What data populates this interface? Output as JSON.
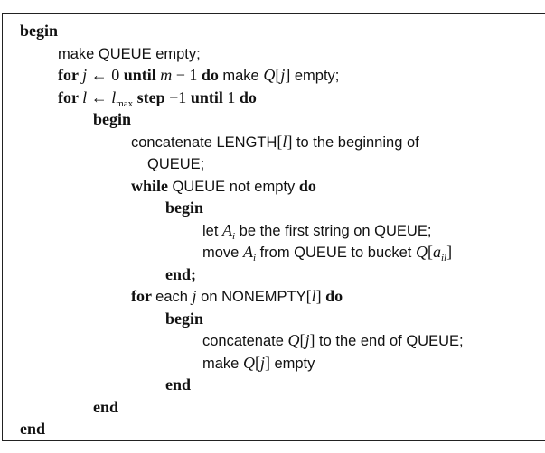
{
  "algorithm": {
    "lines": [
      {
        "indent": 22,
        "tokens": [
          {
            "t": "begin",
            "c": "kw"
          }
        ]
      },
      {
        "indent": 64,
        "tokens": [
          {
            "t": "make QUEUE empty;",
            "c": "sf"
          }
        ]
      },
      {
        "indent": 64,
        "tokens": [
          {
            "t": "for ",
            "c": "kw"
          },
          {
            "t": "j",
            "c": "it"
          },
          {
            "t": " ← 0 ",
            "c": ""
          },
          {
            "t": "until ",
            "c": "kw"
          },
          {
            "t": "m",
            "c": "it"
          },
          {
            "t": " − 1 ",
            "c": ""
          },
          {
            "t": "do ",
            "c": "kw"
          },
          {
            "t": "make ",
            "c": "sf"
          },
          {
            "t": "Q",
            "c": "it"
          },
          {
            "t": "[",
            "c": ""
          },
          {
            "t": "j",
            "c": "it"
          },
          {
            "t": "] ",
            "c": ""
          },
          {
            "t": "empty;",
            "c": "sf"
          }
        ]
      },
      {
        "indent": 64,
        "tokens": [
          {
            "t": "for ",
            "c": "kw"
          },
          {
            "t": "l",
            "c": "it"
          },
          {
            "t": " ← ",
            "c": ""
          },
          {
            "t": "l",
            "c": "it"
          },
          {
            "t": "max",
            "c": "sub rm"
          },
          {
            "t": " step ",
            "c": "kw"
          },
          {
            "t": "−1 ",
            "c": ""
          },
          {
            "t": "until ",
            "c": "kw"
          },
          {
            "t": "1 ",
            "c": ""
          },
          {
            "t": "do",
            "c": "kw"
          }
        ]
      },
      {
        "indent": 103,
        "tokens": [
          {
            "t": "begin",
            "c": "kw"
          }
        ]
      },
      {
        "indent": 145,
        "tokens": [
          {
            "t": "concatenate LENGTH",
            "c": "sf"
          },
          {
            "t": "[",
            "c": ""
          },
          {
            "t": "l",
            "c": "it"
          },
          {
            "t": "] ",
            "c": ""
          },
          {
            "t": "to the beginning of",
            "c": "sf"
          }
        ]
      },
      {
        "indent": 163,
        "tokens": [
          {
            "t": "QUEUE;",
            "c": "sf"
          }
        ]
      },
      {
        "indent": 145,
        "tokens": [
          {
            "t": "while ",
            "c": "kw"
          },
          {
            "t": "QUEUE not empty ",
            "c": "sf"
          },
          {
            "t": "do",
            "c": "kw"
          }
        ]
      },
      {
        "indent": 183,
        "tokens": [
          {
            "t": "begin",
            "c": "kw"
          }
        ]
      },
      {
        "indent": 224,
        "tokens": [
          {
            "t": "let ",
            "c": "sf"
          },
          {
            "t": "A",
            "c": "it"
          },
          {
            "t": "i",
            "c": "sub"
          },
          {
            "t": " be the first string on QUEUE;",
            "c": "sf"
          }
        ]
      },
      {
        "indent": 224,
        "tokens": [
          {
            "t": "move ",
            "c": "sf"
          },
          {
            "t": "A",
            "c": "it"
          },
          {
            "t": "i",
            "c": "sub"
          },
          {
            "t": " from QUEUE to bucket ",
            "c": "sf"
          },
          {
            "t": "Q",
            "c": "it"
          },
          {
            "t": "[",
            "c": ""
          },
          {
            "t": "a",
            "c": "it"
          },
          {
            "t": "il",
            "c": "sub"
          },
          {
            "t": "]",
            "c": ""
          }
        ]
      },
      {
        "indent": 183,
        "tokens": [
          {
            "t": "end;",
            "c": "kw"
          }
        ]
      },
      {
        "indent": 145,
        "tokens": [
          {
            "t": "for ",
            "c": "kw"
          },
          {
            "t": "each ",
            "c": "sf"
          },
          {
            "t": "j",
            "c": "it"
          },
          {
            "t": " on NONEMPTY",
            "c": "sf"
          },
          {
            "t": "[",
            "c": ""
          },
          {
            "t": "l",
            "c": "it"
          },
          {
            "t": "] ",
            "c": ""
          },
          {
            "t": "do",
            "c": "kw"
          }
        ]
      },
      {
        "indent": 183,
        "tokens": [
          {
            "t": "begin",
            "c": "kw"
          }
        ]
      },
      {
        "indent": 224,
        "tokens": [
          {
            "t": "concatenate ",
            "c": "sf"
          },
          {
            "t": "Q",
            "c": "it"
          },
          {
            "t": "[",
            "c": ""
          },
          {
            "t": "j",
            "c": "it"
          },
          {
            "t": "] ",
            "c": ""
          },
          {
            "t": "to the end of QUEUE;",
            "c": "sf"
          }
        ]
      },
      {
        "indent": 224,
        "tokens": [
          {
            "t": "make ",
            "c": "sf"
          },
          {
            "t": "Q",
            "c": "it"
          },
          {
            "t": "[",
            "c": ""
          },
          {
            "t": "j",
            "c": "it"
          },
          {
            "t": "] ",
            "c": ""
          },
          {
            "t": "empty",
            "c": "sf"
          }
        ]
      },
      {
        "indent": 183,
        "tokens": [
          {
            "t": "end",
            "c": "kw"
          }
        ]
      },
      {
        "indent": 103,
        "tokens": [
          {
            "t": "end",
            "c": "kw"
          }
        ]
      },
      {
        "indent": 22,
        "tokens": [
          {
            "t": "end",
            "c": "kw"
          }
        ]
      }
    ]
  }
}
